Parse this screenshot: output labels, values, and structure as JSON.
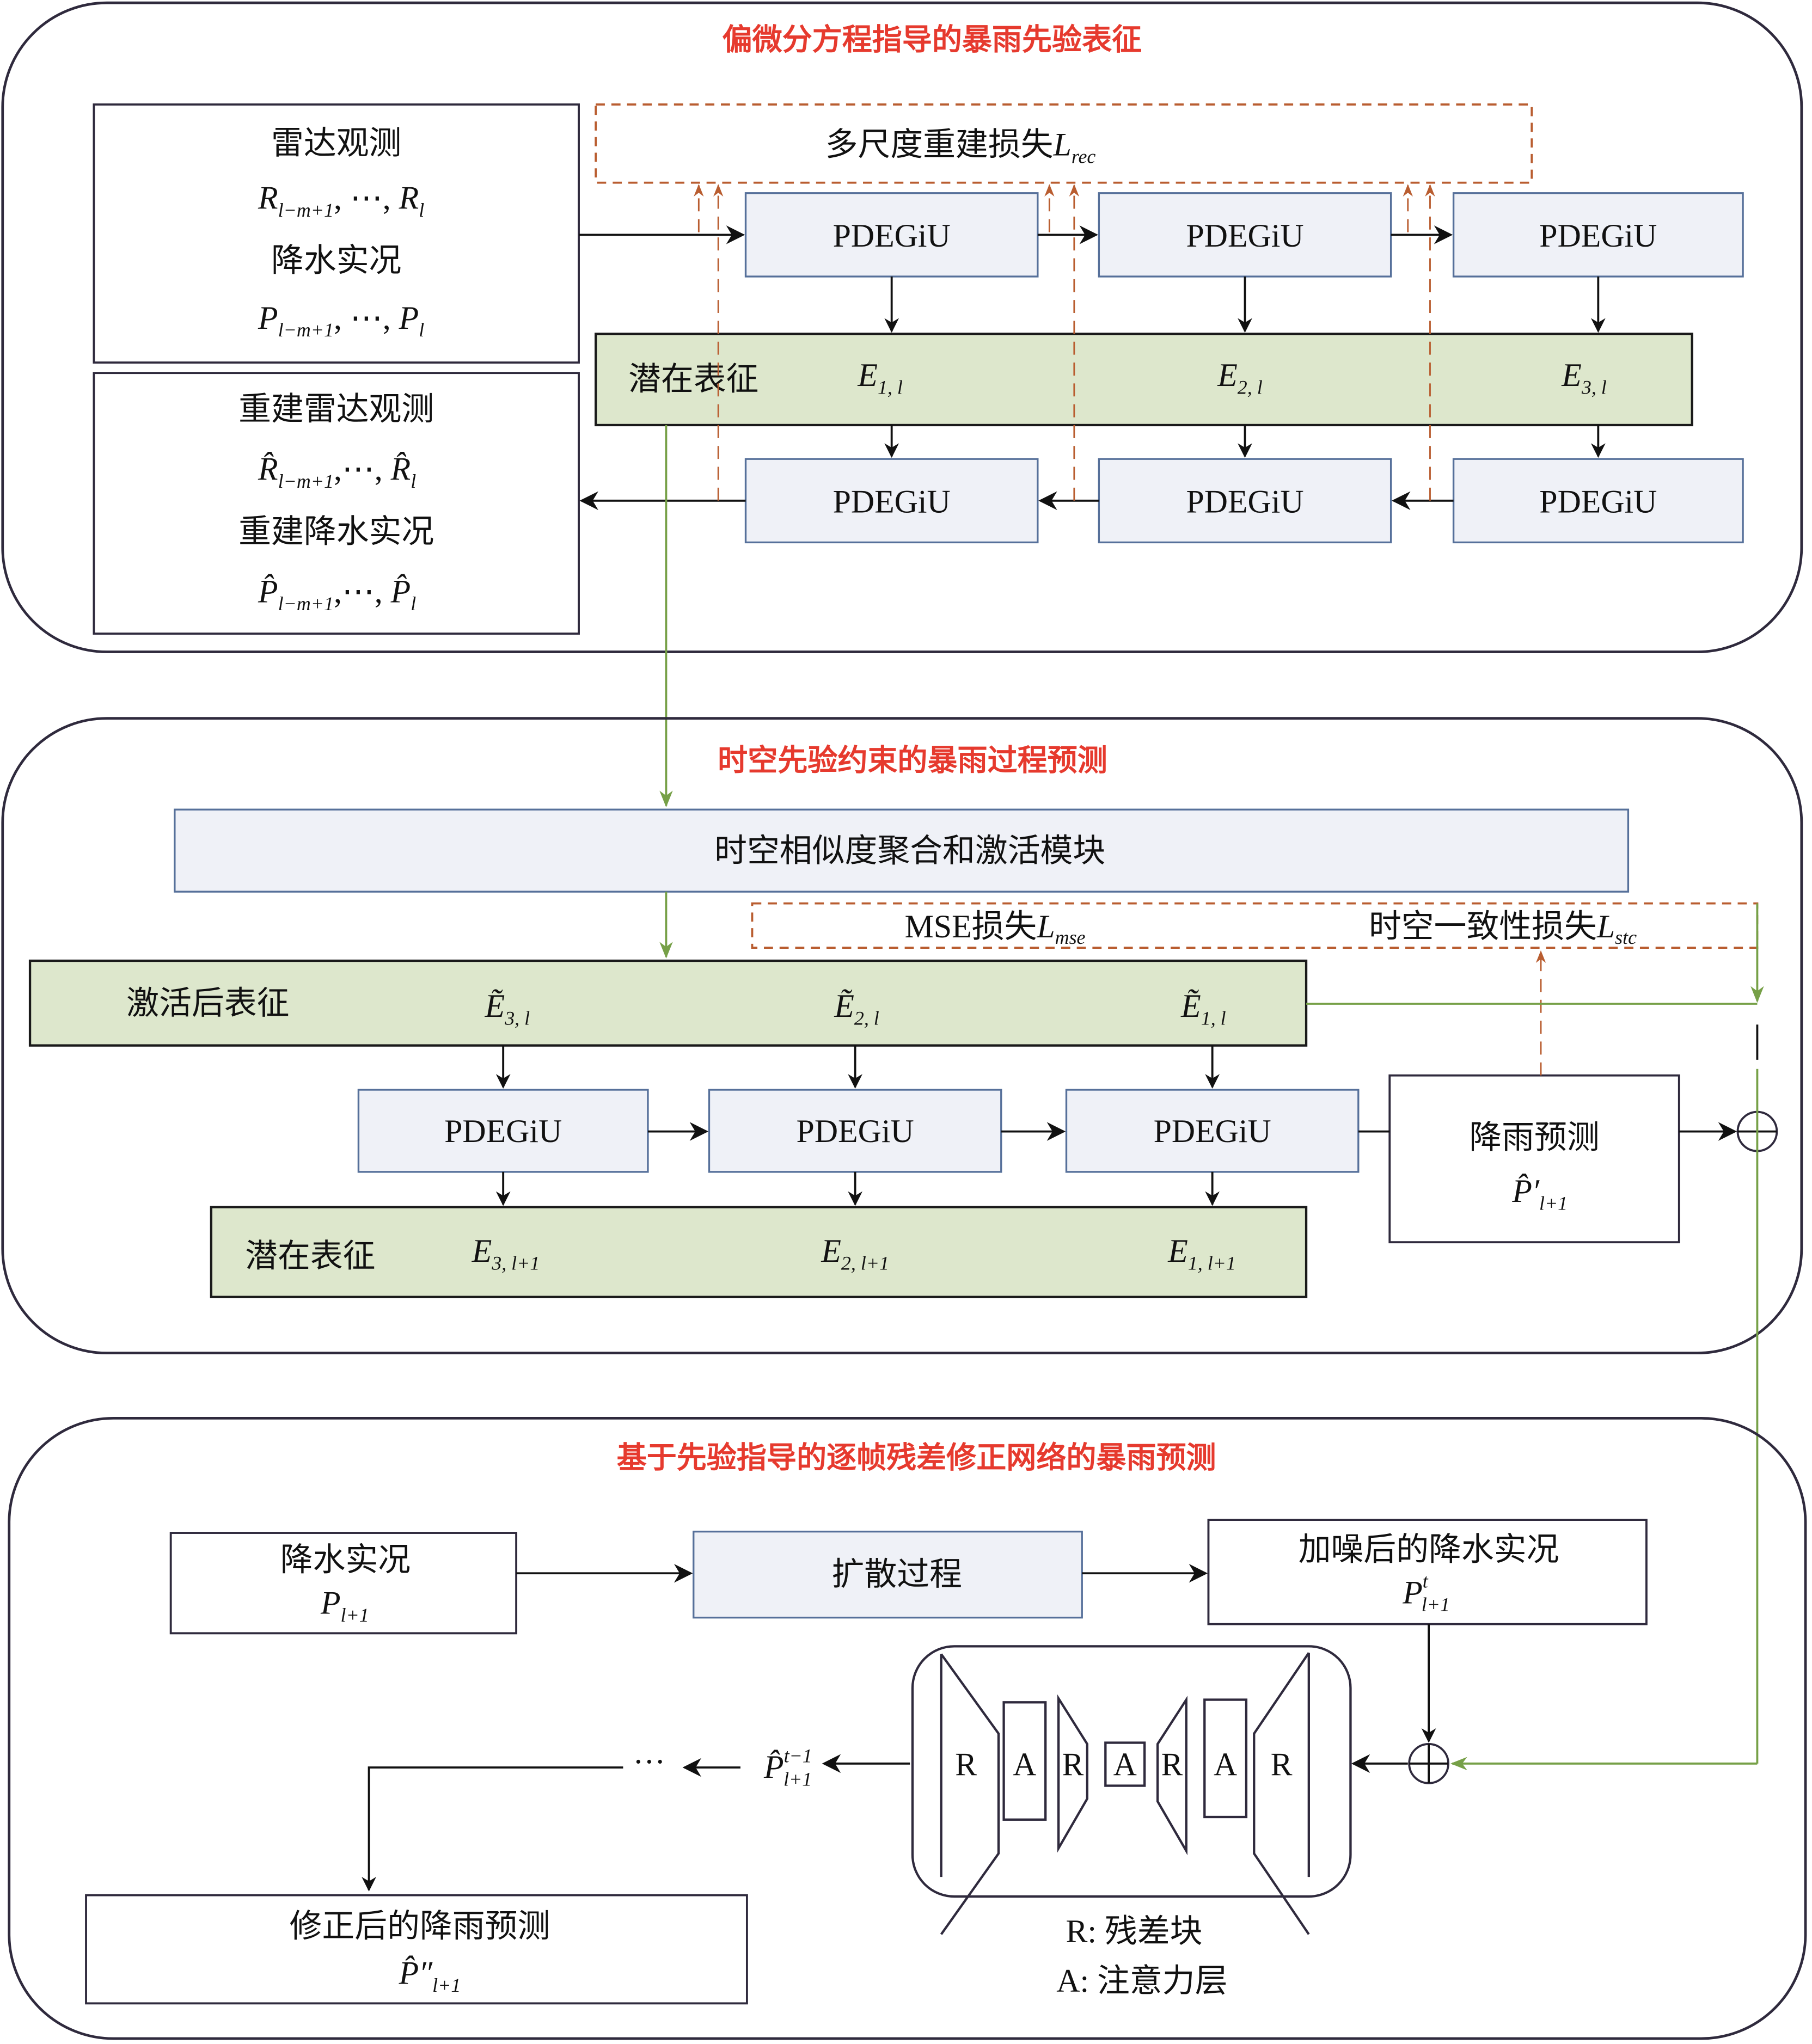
{
  "sections": [
    {
      "title": "偏微分方程指导的暴雨先验表征"
    },
    {
      "title": "时空先验约束的暴雨过程预测"
    },
    {
      "title": "基于先验指导的逐帧残差修正网络的暴雨预测"
    }
  ],
  "section1": {
    "input_box": {
      "radar_label": "雷达观测",
      "radar_math": "R",
      "radar_sub_first": "l−m+1",
      "radar_sub_last": "l",
      "precip_label": "降水实况",
      "precip_math": "P",
      "precip_sub_first": "l−m+1",
      "precip_sub_last": "l",
      "ellipsis": ", ⋯, "
    },
    "recon_box": {
      "radar_label": "重建雷达观测",
      "radar_math": "R̂",
      "precip_label": "重建降水实况",
      "precip_math": "P̂",
      "sub_first": "l−m+1",
      "sub_last": "l",
      "ellipsis": ",⋯, "
    },
    "loss_box": {
      "label": "多尺度重建损失",
      "math": "L",
      "sub": "rec"
    },
    "encoder_blocks": [
      "PDEGiU",
      "PDEGiU",
      "PDEGiU"
    ],
    "decoder_blocks": [
      "PDEGiU",
      "PDEGiU",
      "PDEGiU"
    ],
    "latent": {
      "label": "潜在表征",
      "items": [
        {
          "math": "E",
          "sub": "1, l"
        },
        {
          "math": "E",
          "sub": "2, l"
        },
        {
          "math": "E",
          "sub": "3, l"
        }
      ]
    }
  },
  "section2": {
    "aggregation_block": "时空相似度聚合和激活模块",
    "loss_box": {
      "mse_label": "MSE损失",
      "mse_math": "L",
      "mse_sub": "mse",
      "stc_label": "时空一致性损失",
      "stc_math": "L",
      "stc_sub": "stc"
    },
    "activated": {
      "label": "激活后表征",
      "items": [
        {
          "math": "Ẽ",
          "sub": "3, l"
        },
        {
          "math": "Ẽ",
          "sub": "2, l"
        },
        {
          "math": "Ẽ",
          "sub": "1, l"
        }
      ]
    },
    "blocks": [
      "PDEGiU",
      "PDEGiU",
      "PDEGiU"
    ],
    "latent": {
      "label": "潜在表征",
      "items": [
        {
          "math": "E",
          "sub": "3, l+1"
        },
        {
          "math": "E",
          "sub": "2, l+1"
        },
        {
          "math": "E",
          "sub": "1, l+1"
        }
      ]
    },
    "prediction_box": {
      "label": "降雨预测",
      "math": "P̂′",
      "sub": "l+1"
    },
    "sum_symbol": "⊕"
  },
  "section3": {
    "precip_box": {
      "label": "降水实况",
      "math": "P",
      "sub": "l+1"
    },
    "diffusion_block": "扩散过程",
    "noisy_box": {
      "label": "加噪后的降水实况",
      "math": "P",
      "sup": "t",
      "sub": "l+1"
    },
    "unet_letters": [
      "R",
      "A",
      "R",
      "A",
      "R",
      "A",
      "R"
    ],
    "step_output": {
      "math": "P̂",
      "sup": "t−1",
      "sub": "l+1"
    },
    "ellipsis": "···",
    "final_box": {
      "label": "修正后的降雨预测",
      "math": "P̂″",
      "sub": "l+1"
    },
    "legend": [
      "R: 残差块",
      "A: 注意力层"
    ],
    "sum_symbol": "⊕"
  },
  "colors": {
    "title_red": "#e63a2e",
    "block_blue_fill": "#eff1f7",
    "block_blue_border": "#56709a",
    "latent_green_fill": "#dde7cc",
    "loss_orange": "#b95d30",
    "flow_green": "#76a047"
  }
}
